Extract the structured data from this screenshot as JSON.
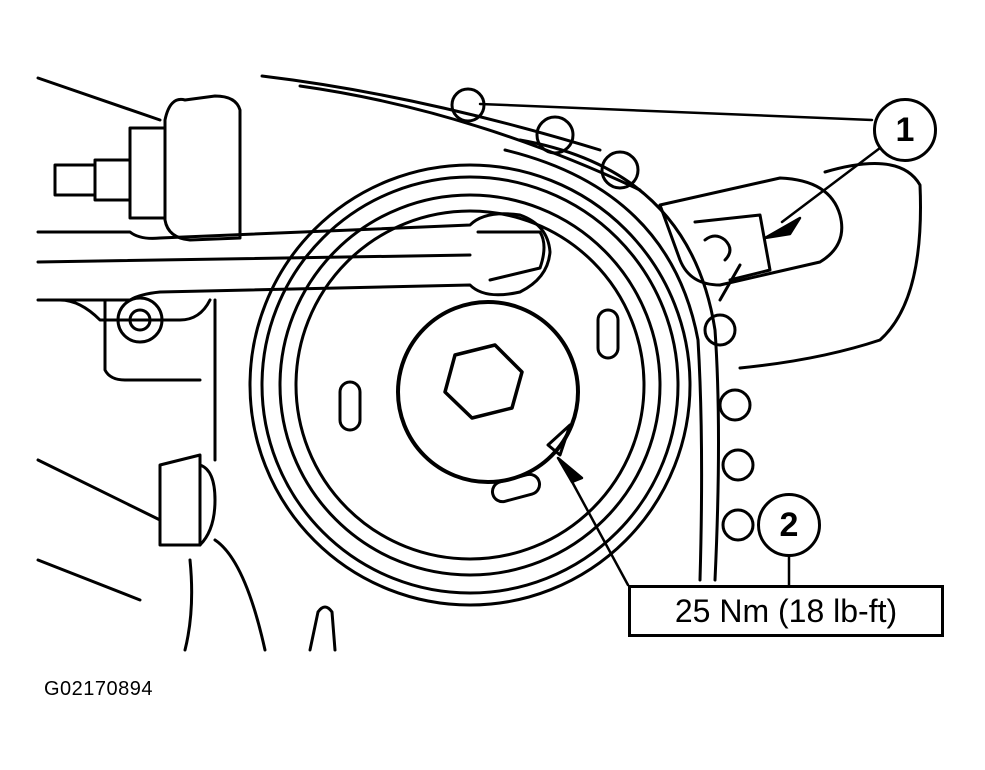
{
  "callouts": [
    {
      "label": "1"
    },
    {
      "label": "2"
    }
  ],
  "torque_spec": "25 Nm (18 lb-ft)",
  "figure_id": "G02170894",
  "colors": {
    "line": "#000000",
    "background": "#ffffff"
  }
}
